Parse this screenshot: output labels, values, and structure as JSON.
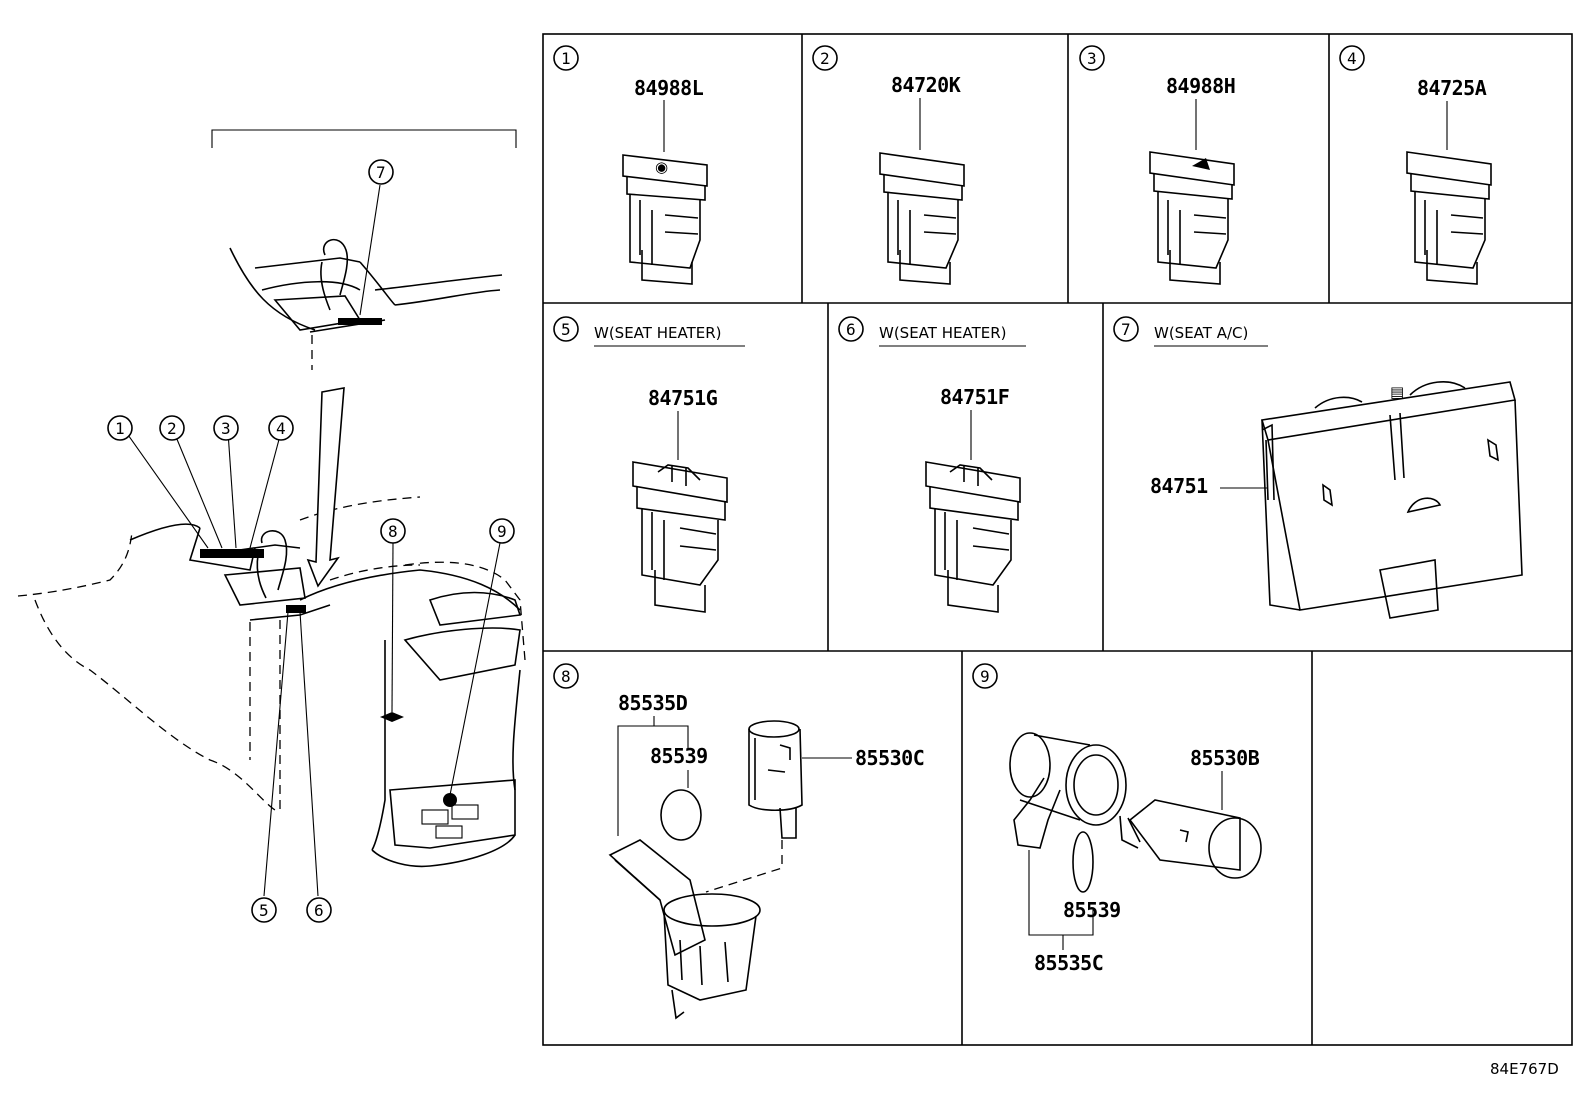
{
  "reference_code": "84E767D",
  "overview_callouts": [
    "1",
    "2",
    "3",
    "4",
    "5",
    "6",
    "7",
    "8",
    "9"
  ],
  "cells": [
    {
      "num": "1",
      "condition": "",
      "parts": [
        "84988L"
      ]
    },
    {
      "num": "2",
      "condition": "",
      "parts": [
        "84720K"
      ]
    },
    {
      "num": "3",
      "condition": "",
      "parts": [
        "84988H"
      ]
    },
    {
      "num": "4",
      "condition": "",
      "parts": [
        "84725A"
      ]
    },
    {
      "num": "5",
      "condition": "W(SEAT HEATER)",
      "parts": [
        "84751G"
      ]
    },
    {
      "num": "6",
      "condition": "W(SEAT HEATER)",
      "parts": [
        "84751F"
      ]
    },
    {
      "num": "7",
      "condition": "W(SEAT A/C)",
      "parts": [
        "84751"
      ]
    },
    {
      "num": "8",
      "condition": "",
      "parts": [
        "85535D",
        "85539",
        "85530C"
      ]
    },
    {
      "num": "9",
      "condition": "",
      "parts": [
        "85530B",
        "85539",
        "85535C"
      ]
    }
  ]
}
